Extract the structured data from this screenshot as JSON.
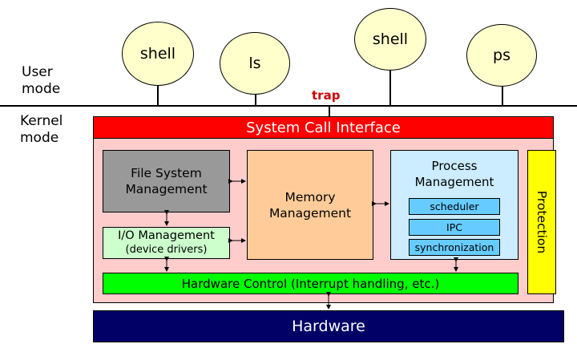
{
  "processes": [
    "shell",
    "ls",
    "shell",
    "ps"
  ],
  "user_mode": [
    "User",
    "mode"
  ],
  "kernel_mode": [
    "Kernel",
    "mode"
  ],
  "trap": "trap",
  "syscall": "System Call Interface",
  "fs": [
    "File System",
    "Management"
  ],
  "memory": [
    "Memory",
    "Management"
  ],
  "process": {
    "title": [
      "Process",
      "Management"
    ],
    "items": [
      "scheduler",
      "IPC",
      "synchronization"
    ]
  },
  "protection": "Protection",
  "io": [
    "I/O Management",
    "(device drivers)"
  ],
  "hwctrl": "Hardware Control (Interrupt handling, etc.)",
  "hardware": "Hardware",
  "colors": {
    "process_fill": "#ffffcc",
    "syscall_fill": "#ff0000",
    "kernel_fill": "#ffcccc",
    "fs_fill": "#999999",
    "memory_fill": "#ffcc99",
    "process_mgmt_fill": "#ccecff",
    "sub_fill": "#66ccff",
    "protection_fill": "#ffff00",
    "io_fill": "#ccffcc",
    "hwctrl_fill": "#00ff00",
    "hardware_fill": "#000066",
    "trap_color": "#cc0000"
  }
}
